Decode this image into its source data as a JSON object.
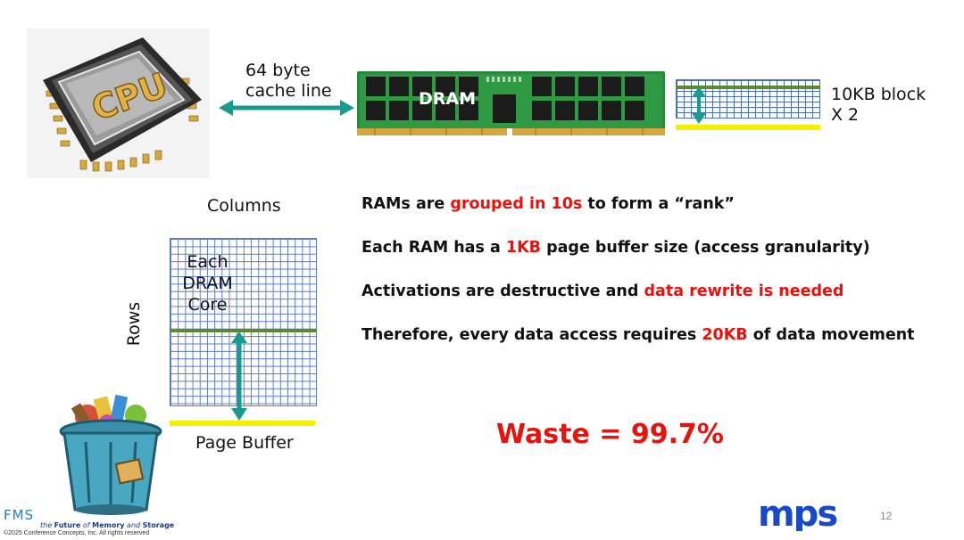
{
  "top": {
    "cpu_chip_text": "CPU",
    "cache_line_label_1": "64 byte",
    "cache_line_label_2": "cache line",
    "dram_label": "DRAM",
    "block_label_1": "10KB block",
    "block_label_2": "X 2"
  },
  "core": {
    "columns_label": "Columns",
    "rows_label": "Rows",
    "core_label_1": "Each",
    "core_label_2": "DRAM",
    "core_label_3": "Core",
    "page_buffer_label": "Page Buffer"
  },
  "bullets": [
    {
      "pre": "RAMs are ",
      "hl": "grouped in 10s",
      "post": " to form a “rank”"
    },
    {
      "pre": "Each RAM has a ",
      "hl": "1KB",
      "post": " page buffer size (access granularity)"
    },
    {
      "pre": "Activations are destructive and ",
      "hl": "data rewrite is needed",
      "post": ""
    },
    {
      "pre": "Therefore, every data access requires ",
      "hl": "20KB",
      "post": " of data movement"
    }
  ],
  "waste": "Waste = 99.7%",
  "footer": {
    "fms_logo": "FMS",
    "tagline_pre": "the ",
    "tagline_future": "Future",
    "tagline_of": " of ",
    "tagline_mem": "Memory",
    "tagline_and": " and ",
    "tagline_storage": "Storage",
    "copyright": "©2025 Conference Concepts, Inc.  All rights reserved",
    "mps_logo": "mps",
    "page_number": "12"
  },
  "colors": {
    "accent_red": "#e8120c",
    "arrow_teal": "#199a8e",
    "grid_blue": "#4d6fb5",
    "row_green": "#5d8a2e",
    "buffer_yellow": "#f5f000",
    "mps_blue": "#1a49c7"
  }
}
